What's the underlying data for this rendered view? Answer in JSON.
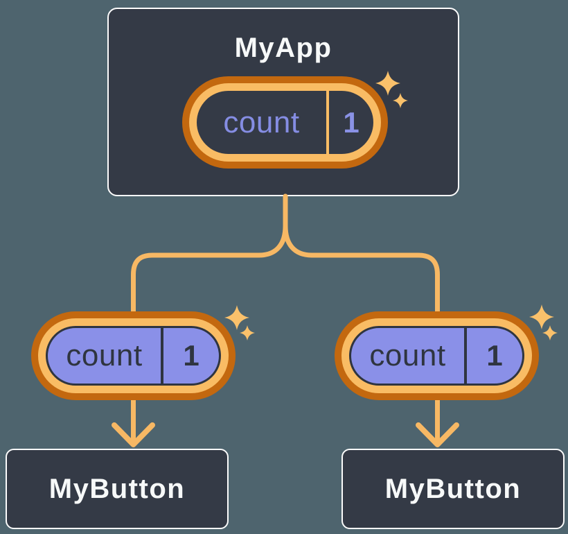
{
  "diagram": {
    "description": "React component tree with state pills",
    "root": {
      "title": "MyApp",
      "state": {
        "label": "count",
        "value": "1"
      }
    },
    "children": [
      {
        "title": "MyButton",
        "state": {
          "label": "count",
          "value": "1"
        }
      },
      {
        "title": "MyButton",
        "state": {
          "label": "count",
          "value": "1"
        }
      }
    ]
  },
  "icons": {
    "sparkle": "4-point-star-twinkle"
  },
  "colors": {
    "background": "#4E646E",
    "node_fill": "#343A46",
    "node_border": "#FCFCFC",
    "node_text": "#F7F9F9",
    "ring_outer_orange": "#C3680F",
    "ring_inner_orange": "#F9BC64",
    "connector_orange": "#F7B864",
    "sparkle_orange": "#FAC16B",
    "state_fill_purple": "#8A90E8",
    "state_text_purple": "#858DE3",
    "state_text_dark": "#2F3540"
  }
}
